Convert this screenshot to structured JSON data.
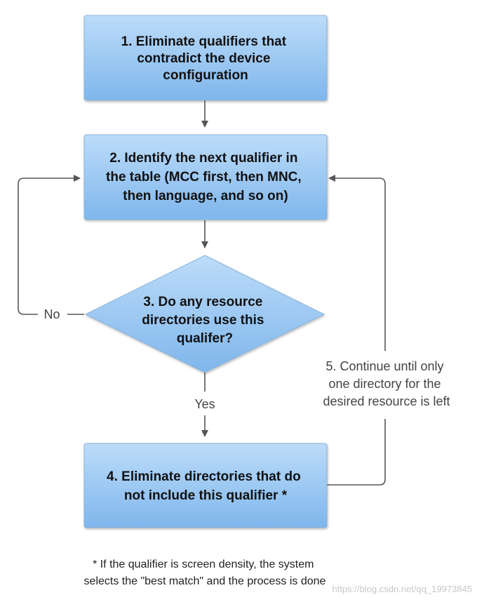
{
  "colors": {
    "box_fill_top": "#bcdcf9",
    "box_fill_bottom": "#7fb6ec",
    "box_stroke": "#8ab2d8",
    "arrow": "#555555"
  },
  "nodes": {
    "step1": {
      "shape": "rectangle",
      "lines": [
        "1. Eliminate qualifiers that",
        "contradict the device",
        "configuration"
      ]
    },
    "step2": {
      "shape": "rectangle",
      "lines": [
        "2. Identify the next qualifier in",
        "the table (MCC first, then MNC,",
        "then language, and so on)"
      ]
    },
    "step3": {
      "shape": "diamond",
      "lines": [
        "3. Do any resource",
        "directories use this",
        "qualifer?"
      ]
    },
    "step4": {
      "shape": "rectangle",
      "lines": [
        "4. Eliminate directories that do",
        "not include this qualifier *"
      ]
    }
  },
  "edges": [
    {
      "from": "step1",
      "to": "step2"
    },
    {
      "from": "step2",
      "to": "step3"
    },
    {
      "from": "step3",
      "to": "step2",
      "label": "No"
    },
    {
      "from": "step3",
      "to": "step4",
      "label": "Yes"
    },
    {
      "from": "step4",
      "to": "step2"
    }
  ],
  "labels": {
    "no": "No",
    "yes": "Yes",
    "loop": [
      "5. Continue until only",
      "one directory for the",
      "desired resource is left"
    ]
  },
  "footnote": [
    "* If the qualifier is screen density, the system",
    "selects the \"best match\" and the process is done"
  ],
  "watermark": "https://blog.csdn.net/qq_19973845"
}
